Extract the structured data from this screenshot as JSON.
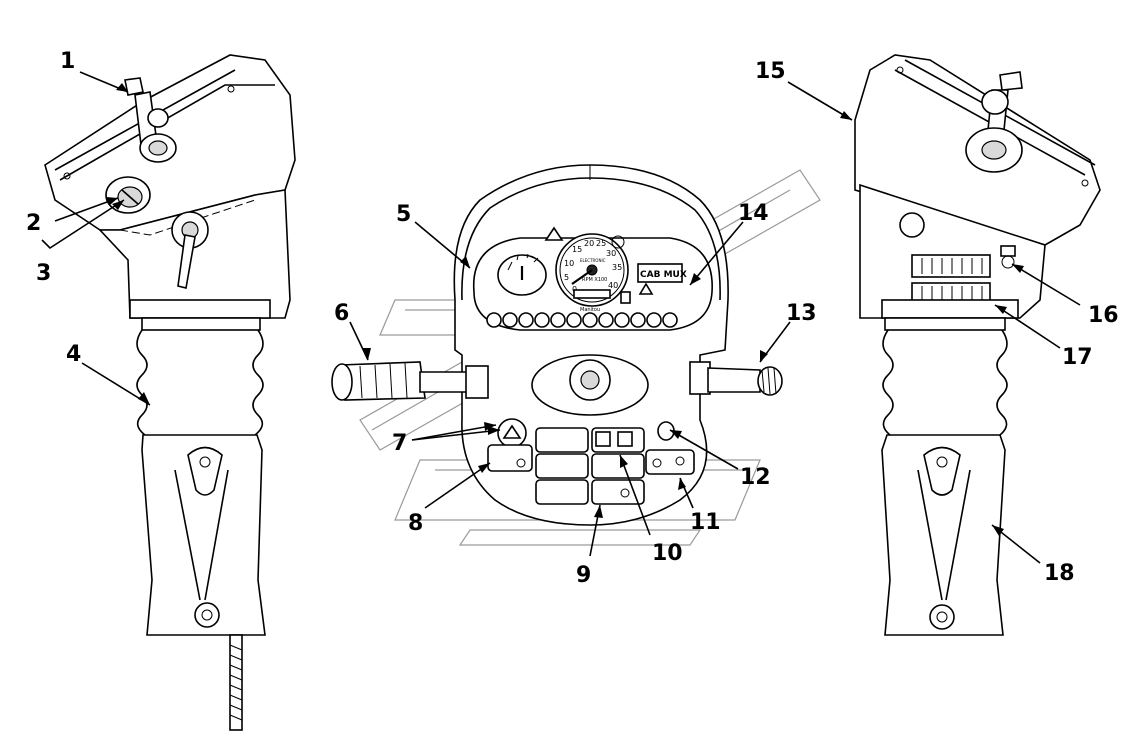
{
  "callouts": [
    {
      "id": "1",
      "label": "1"
    },
    {
      "id": "2",
      "label": "2"
    },
    {
      "id": "3",
      "label": "3"
    },
    {
      "id": "4",
      "label": "4"
    },
    {
      "id": "5",
      "label": "5"
    },
    {
      "id": "6",
      "label": "6"
    },
    {
      "id": "7",
      "label": "7"
    },
    {
      "id": "8",
      "label": "8"
    },
    {
      "id": "9",
      "label": "9"
    },
    {
      "id": "10",
      "label": "10"
    },
    {
      "id": "11",
      "label": "11"
    },
    {
      "id": "12",
      "label": "12"
    },
    {
      "id": "13",
      "label": "13"
    },
    {
      "id": "14",
      "label": "14"
    },
    {
      "id": "15",
      "label": "15"
    },
    {
      "id": "16",
      "label": "16"
    },
    {
      "id": "17",
      "label": "17"
    },
    {
      "id": "18",
      "label": "18"
    }
  ],
  "dashboard": {
    "tacho_ticks": [
      "0",
      "5",
      "10",
      "15",
      "20",
      "25",
      "30",
      "35",
      "40"
    ],
    "tacho_unit": "RPM X100",
    "tacho_brand": "ELECTRONIC",
    "logo_text": "CAB MUX",
    "maker_text": "Manitou"
  }
}
